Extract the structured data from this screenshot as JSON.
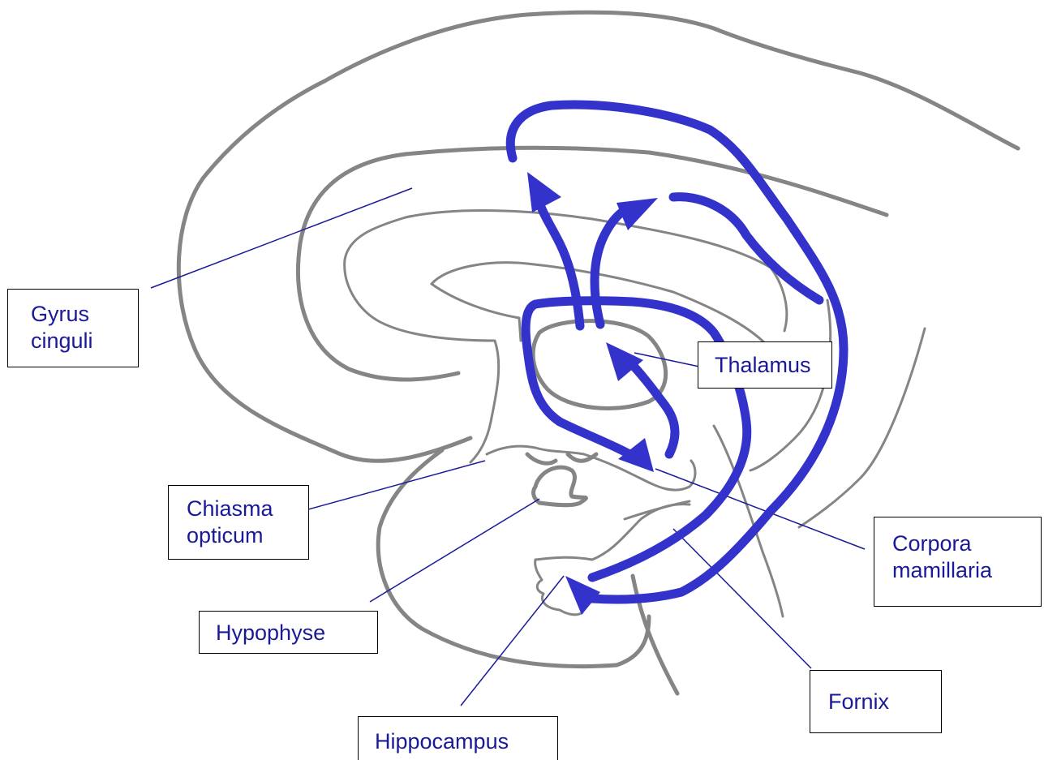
{
  "colors": {
    "outline": "#858585",
    "pathway": "#3333cc",
    "pointer": "#1a1a99",
    "label_text": "#1a1a99"
  },
  "labels": {
    "gyrus_cinguli": "Gyrus\ncinguli",
    "thalamus": "Thalamus",
    "chiasma_opticum": "Chiasma\nopticum",
    "corpora_mamillaria": "Corpora\nmamillaria",
    "hypophyse": "Hypophyse",
    "fornix": "Fornix",
    "hippocampus": "Hippocampus"
  }
}
